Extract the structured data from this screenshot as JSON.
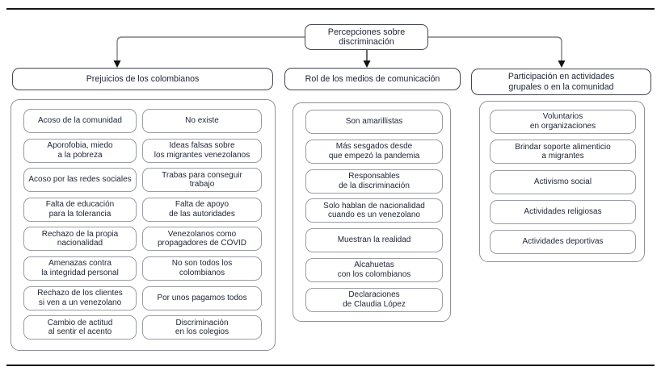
{
  "root": {
    "label": "Percepciones sobre\ndiscriminación"
  },
  "branches": [
    {
      "header": "Prejuicios de los colombianos",
      "columns": [
        [
          "Acoso de la comunidad",
          "Aporofobia, miedo\na la pobreza",
          "Acoso por las redes sociales",
          "Falta de educación\npara la tolerancia",
          "Rechazo de la propia\nnacionalidad",
          "Amenazas contra\nla integridad personal",
          "Rechazo de los clientes\nsi ven a un venezolano",
          "Cambio de actitud\nal sentir el acento"
        ],
        [
          "No existe",
          "Ideas falsas sobre\nlos migrantes venezolanos",
          "Trabas para conseguir\ntrabajo",
          "Falta de apoyo\nde las autoridades",
          "Venezolanos como\npropagadores de COVID",
          "No son todos los\ncolombianos",
          "Por unos pagamos todos",
          "Discriminación\nen los colegios"
        ]
      ]
    },
    {
      "header": "Rol de los medios de comunicación",
      "items": [
        "Son amarillistas",
        "Más sesgados desde\nque empezó la pandemia",
        "Responsables\nde la discriminación",
        "Solo hablan de nacionalidad\ncuando es un venezolano",
        "Muestran la realidad",
        "Alcahuetas\ncon los colombianos",
        "Declaraciones\nde Claudia López"
      ]
    },
    {
      "header": "Participación en actividades\ngrupales o en la comunidad",
      "items": [
        "Voluntarios\nen organizaciones",
        "Brindar soporte alimenticio\na migrantes",
        "Activismo social",
        "Actividades religiosas",
        "Actividades deportivas"
      ]
    }
  ],
  "colors": {
    "ink": "#1d2434",
    "line-gray": "#7d7f84",
    "rule": "#151618",
    "box-border": "#9a9ca3",
    "container-border": "#8f9197",
    "strong-border": "#45474f"
  }
}
